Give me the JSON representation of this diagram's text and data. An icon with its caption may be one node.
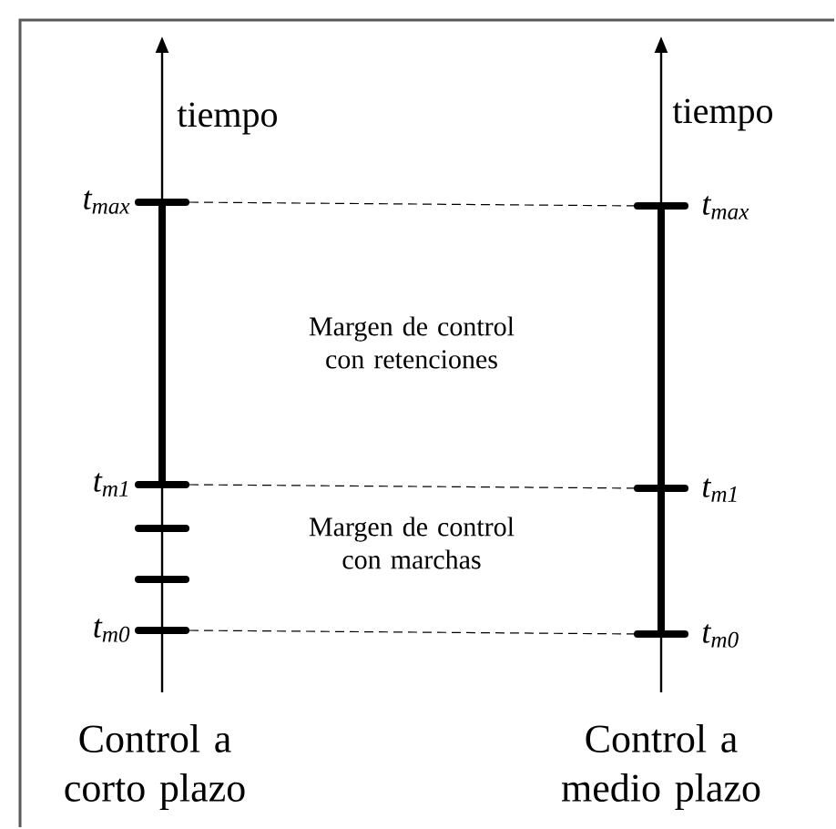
{
  "diagram": {
    "labels": [
      "tiempo",
      "tiempo",
      "t$_{max}$",
      "t$_{max}$",
      "Margen de control con retenciones",
      "t$_{m1}$",
      "t$_{m1}$",
      "Margen de control con marchas",
      "t$_{m0}$",
      "t$_{m0}$",
      "Control a corto plazo",
      "Control a medio plazo"
    ]
  }
}
